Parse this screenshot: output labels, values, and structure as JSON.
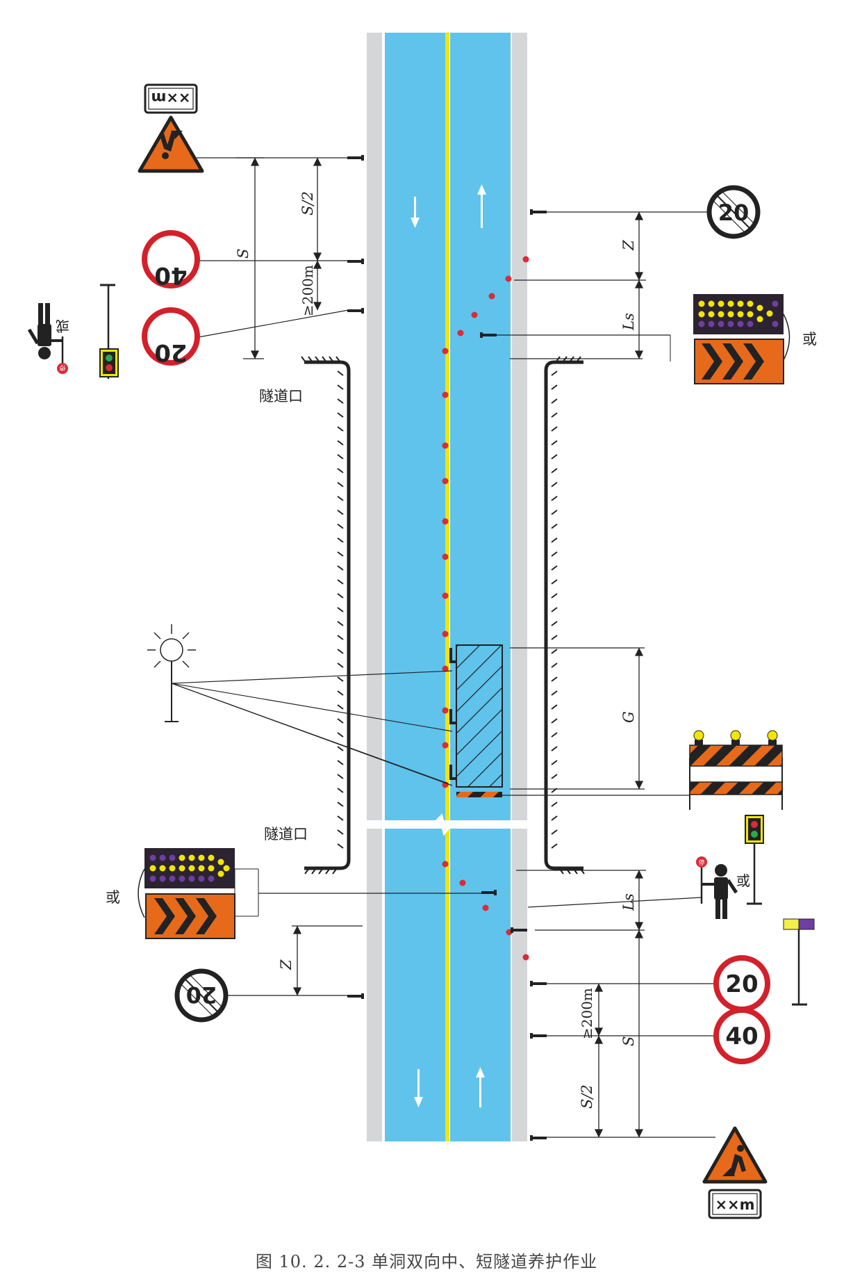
{
  "signs": {
    "distance_plate": "××m",
    "speed_40": "40",
    "speed_20": "20"
  },
  "dimensions": {
    "S": "S",
    "S_half": "S/2",
    "min_200": "≥200m",
    "Z": "Z",
    "Ls": "Ls",
    "G": "G"
  },
  "labels": {
    "tunnel_entrance": "隧道口",
    "or": "或",
    "stop_paddle": "停"
  },
  "caption": "图 10. 2. 2-3    单洞双向中、短隧道养护作业",
  "colors": {
    "lane": "#5fc3ec",
    "shoulder": "#d5d6d7",
    "centerline": "#f2e600",
    "cone": "#d92b3a",
    "warning_orange": "#e66a1a",
    "sign_red": "#d3202a"
  }
}
